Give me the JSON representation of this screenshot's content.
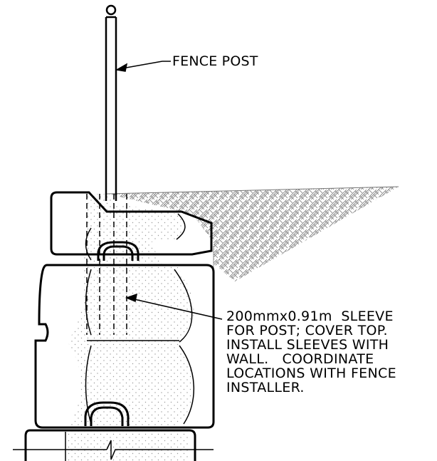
{
  "labels": {
    "fence_post": "FENCE POST",
    "sleeve_note": [
      "200mmx0.91m  SLEEVE",
      "FOR POST; COVER TOP.",
      "INSTALL SLEEVES WITH",
      "WALL.   COORDINATE",
      "LOCATIONS WITH FENCE",
      "INSTALLER."
    ]
  },
  "colors": {
    "line": "#000000",
    "dots": "#9a9a9a",
    "soil_hatch": "#7a7a7a",
    "background": "#ffffff"
  }
}
